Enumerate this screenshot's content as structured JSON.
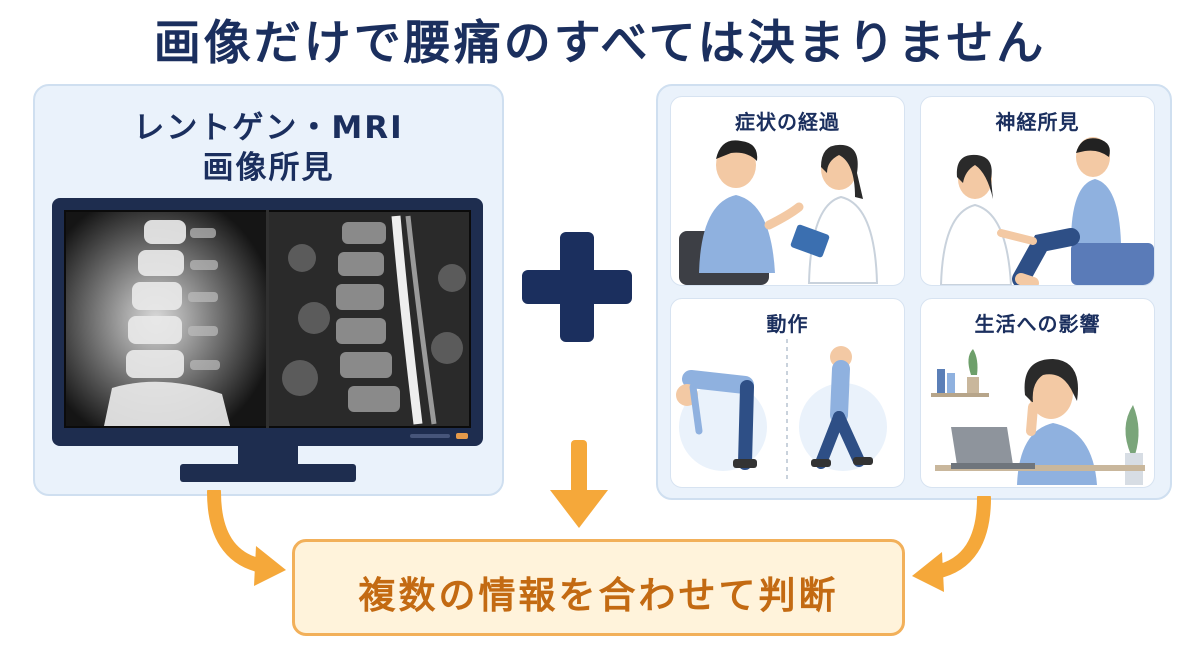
{
  "title": "画像だけで腰痛のすべては決まりません",
  "imaging": {
    "heading_line1": "レントゲン・MRI",
    "heading_line2": "画像所見"
  },
  "factors": {
    "symptoms": "症状の経過",
    "neuro": "神経所見",
    "movement": "動作",
    "daily_life": "生活への影響"
  },
  "conclusion": "複数の情報を合わせて判断",
  "colors": {
    "navy": "#1b2f5e",
    "panel_bg": "#eaf2fb",
    "arrow_orange": "#f5a83a",
    "result_text": "#c36a12",
    "result_bg": "#fff3db"
  },
  "icons": [
    "plus-icon",
    "monitor-icon",
    "arrow-down-icon"
  ]
}
